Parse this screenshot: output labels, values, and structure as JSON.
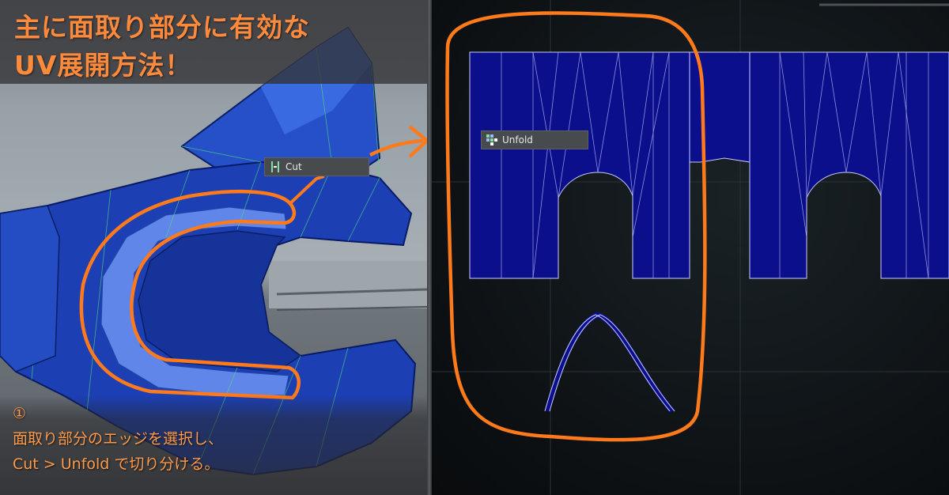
{
  "title": {
    "line1": "主に面取り部分に有効な",
    "line2": "UV展開方法！"
  },
  "cut_tool": {
    "label": "Cut"
  },
  "unfold_tool": {
    "label": "Unfold"
  },
  "caption": {
    "step": "①",
    "line1": "面取り部分のエッジを選択し、",
    "line2": "Cut > Unfold で切り分ける。"
  },
  "colors": {
    "accent_orange": "#ff7a1a",
    "uv_fill": "#0b0f8c",
    "mesh_blue": "#1c3fb3"
  }
}
